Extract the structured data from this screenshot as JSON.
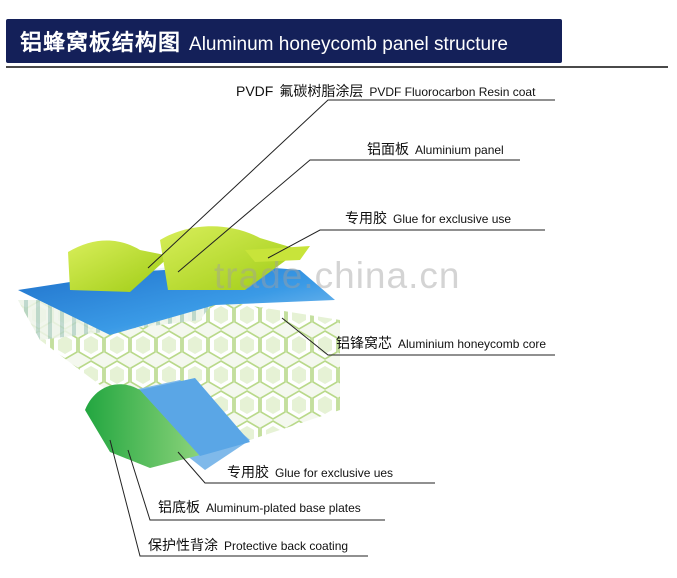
{
  "header": {
    "title_cn": "铝蜂窝板结构图",
    "title_en": "Aluminum honeycomb panel structure"
  },
  "layers": [
    {
      "prefix": "PVDF",
      "cn": "氟碳树脂涂层",
      "en": "PVDF Fluorocarbon Resin coat"
    },
    {
      "cn": "铝面板",
      "en": "Aluminium panel"
    },
    {
      "cn": "专用胶",
      "en": "Glue for exclusive use"
    },
    {
      "cn": "铝锋窝芯",
      "en": "Aluminium honeycomb core"
    },
    {
      "cn": "专用胶",
      "en": "Glue for exclusive ues"
    },
    {
      "cn": "铝底板",
      "en": "Aluminum-plated base plates"
    },
    {
      "cn": "保护性背涂",
      "en": "Protective back coating"
    }
  ],
  "watermark": "trade.china.cn",
  "colors": {
    "header_bg": "#142059",
    "coat_green": "#b6dc1f",
    "panel_blue": "#2f8fde",
    "back_green": "#27b045",
    "honeycomb": "#eef5e6"
  }
}
